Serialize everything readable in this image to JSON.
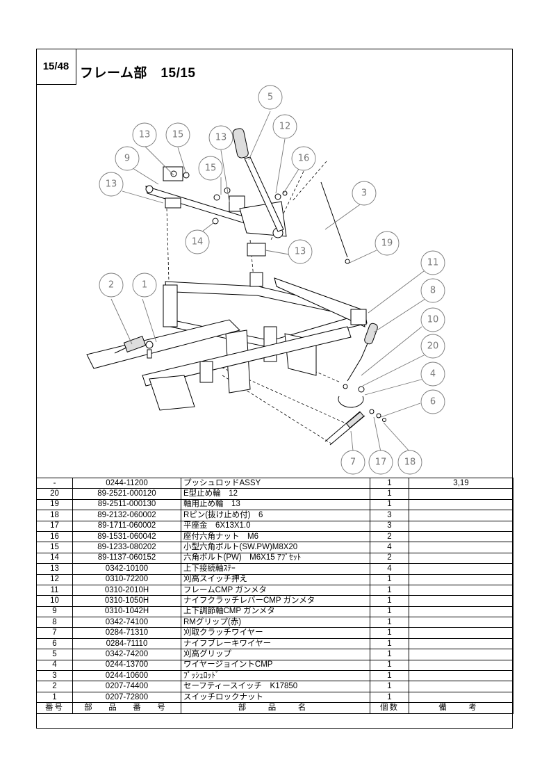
{
  "header": {
    "page_number": "15/48",
    "title": "フレーム部　15/15"
  },
  "callouts": [
    "1",
    "2",
    "3",
    "4",
    "5",
    "6",
    "7",
    "8",
    "9",
    "10",
    "11",
    "12",
    "13",
    "13",
    "13",
    "13",
    "14",
    "15",
    "15",
    "16",
    "17",
    "18",
    "19",
    "20"
  ],
  "parts_table": {
    "columns": [
      "番号",
      "部　品　番　号",
      "部　品　名",
      "個数",
      "備　考"
    ],
    "rows": [
      {
        "no": "-",
        "part_no": "0244-11200",
        "name": "プッシュロッドASSY",
        "qty": "1",
        "note": "3,19"
      },
      {
        "no": "20",
        "part_no": "89-2521-000120",
        "name": "E型止め輪　12",
        "qty": "1",
        "note": ""
      },
      {
        "no": "19",
        "part_no": "89-2511-000130",
        "name": "軸用止め輪　13",
        "qty": "1",
        "note": ""
      },
      {
        "no": "18",
        "part_no": "89-2132-060002",
        "name": "Rピン(抜け止め付)　6",
        "qty": "3",
        "note": ""
      },
      {
        "no": "17",
        "part_no": "89-1711-060002",
        "name": "平座金　6X13X1.0",
        "qty": "3",
        "note": ""
      },
      {
        "no": "16",
        "part_no": "89-1531-060042",
        "name": "座付六角ナット　M6",
        "qty": "2",
        "note": ""
      },
      {
        "no": "15",
        "part_no": "89-1233-080202",
        "name": "小型六角ボルト(SW.PW)M8X20",
        "qty": "4",
        "note": ""
      },
      {
        "no": "14",
        "part_no": "89-1137-060152",
        "name": "六角ボルト(PW)　M6X15 ｱﾌﾟｾｯﾄ",
        "qty": "2",
        "note": ""
      },
      {
        "no": "13",
        "part_no": "0342-10100",
        "name": "上下接続軸ｽﾃｰ",
        "qty": "4",
        "note": ""
      },
      {
        "no": "12",
        "part_no": "0310-72200",
        "name": "刈高スイッチ押え",
        "qty": "1",
        "note": ""
      },
      {
        "no": "11",
        "part_no": "0310-2010H",
        "name": "フレームCMP ガンメタ",
        "qty": "1",
        "note": ""
      },
      {
        "no": "10",
        "part_no": "0310-1050H",
        "name": "ナイフクラッチレバーCMP ガンメタ",
        "qty": "1",
        "note": ""
      },
      {
        "no": "9",
        "part_no": "0310-1042H",
        "name": "上下調節軸CMP ガンメタ",
        "qty": "1",
        "note": ""
      },
      {
        "no": "8",
        "part_no": "0342-74100",
        "name": "RMグリップ(赤)",
        "qty": "1",
        "note": ""
      },
      {
        "no": "7",
        "part_no": "0284-71310",
        "name": "刈取クラッチワイヤー",
        "qty": "1",
        "note": ""
      },
      {
        "no": "6",
        "part_no": "0284-71110",
        "name": "ナイフブレーキワイヤー",
        "qty": "1",
        "note": ""
      },
      {
        "no": "5",
        "part_no": "0342-74200",
        "name": "刈高グリップ",
        "qty": "1",
        "note": ""
      },
      {
        "no": "4",
        "part_no": "0244-13700",
        "name": "ワイヤージョイントCMP",
        "qty": "1",
        "note": ""
      },
      {
        "no": "3",
        "part_no": "0244-10600",
        "name": "ﾌﾟｯｼｭﾛｯﾄﾞ",
        "qty": "1",
        "note": ""
      },
      {
        "no": "2",
        "part_no": "0207-74400",
        "name": "セーフティースイッチ　K17850",
        "qty": "1",
        "note": ""
      },
      {
        "no": "1",
        "part_no": "0207-72800",
        "name": "スイッチロックナット",
        "qty": "1",
        "note": ""
      }
    ]
  }
}
